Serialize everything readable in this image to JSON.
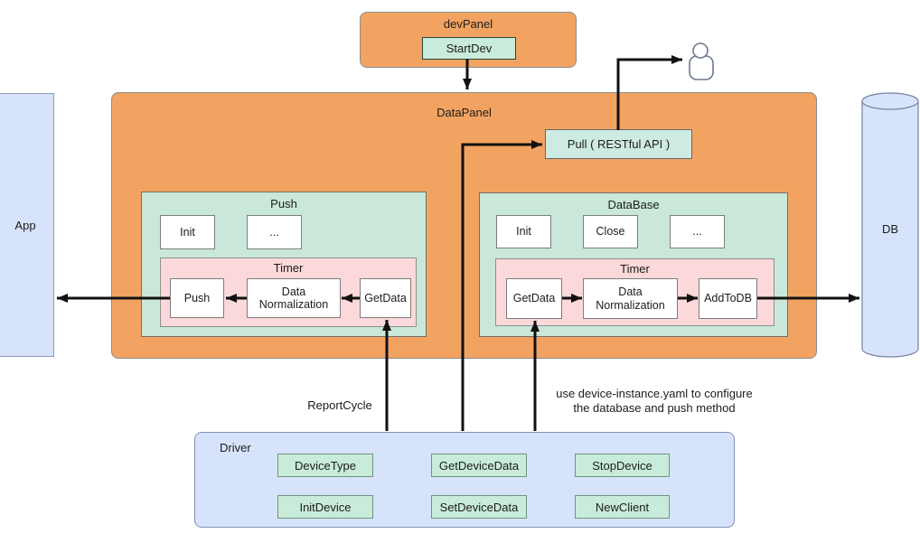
{
  "dev_panel": {
    "title": "devPanel",
    "button": "StartDev"
  },
  "data_panel": {
    "title": "DataPanel",
    "pull_api": "Pull ( RESTful API )",
    "push": {
      "title": "Push",
      "methods": [
        "Init",
        "..."
      ],
      "timer": {
        "title": "Timer",
        "steps": [
          "Push",
          "Data Normalization",
          "GetData"
        ]
      }
    },
    "database": {
      "title": "DataBase",
      "methods": [
        "Init",
        "Close",
        "..."
      ],
      "timer": {
        "title": "Timer",
        "steps": [
          "GetData",
          "Data Normalization",
          "AddToDB"
        ]
      }
    }
  },
  "driver": {
    "title": "Driver",
    "functions": [
      "DeviceType",
      "GetDeviceData",
      "StopDevice",
      "InitDevice",
      "SetDeviceData",
      "NewClient"
    ]
  },
  "external": {
    "app": "App",
    "db": "DB"
  },
  "annotations": {
    "report_cycle": "ReportCycle",
    "yaml_note": [
      "use device-instance.yaml to configure",
      "the database and push method"
    ]
  },
  "icons": {
    "user": "person-outline"
  },
  "colors": {
    "panel_orange": "#F3A361",
    "section_teal": "#C9E8D9",
    "timer_pink": "#FBD8D9",
    "method_mint": "#C8EBDA",
    "external_blue": "#D7E3FA",
    "arrow": "#111111"
  }
}
